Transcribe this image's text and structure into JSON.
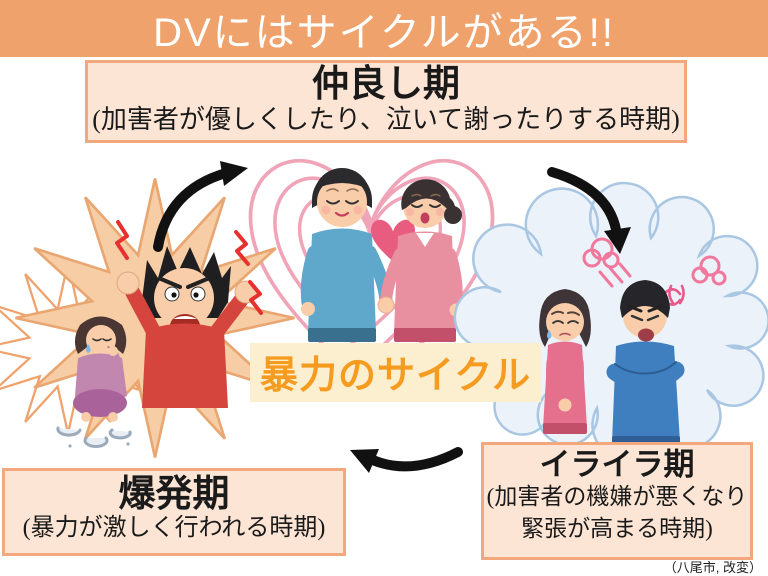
{
  "header": {
    "title": "DVにはサイクルがある!!"
  },
  "stages": {
    "honeymoon": {
      "title": "仲良し期",
      "desc": "(加害者が優しくしたり、泣いて謝ったりする時期)"
    },
    "tension": {
      "title": "イライラ期",
      "desc_line1": "(加害者の機嫌が悪くなり",
      "desc_line2": "緊張が高まる時期)"
    },
    "explosion": {
      "title": "爆発期",
      "desc": "(暴力が激しく行われる時期)"
    }
  },
  "center": {
    "label": "暴力のサイクル"
  },
  "attribution": "（八尾市, 改変）",
  "colors": {
    "title_bar_bg": "#EFA26B",
    "title_text": "#FFFFFF",
    "stage_box_bg": "#FCE5D4",
    "stage_box_border": "#F2A87C",
    "stage_text": "#1A1A1A",
    "center_label_text": "#F59B20",
    "center_label_bg": "#FCEFD0",
    "arrow": "#111111",
    "heart_outline": "#F0A4B8",
    "heart_solid": "#E85C7F",
    "cloud_fill": "#EBF2FA",
    "cloud_stroke": "#A9C6E2",
    "explosion_fill": "#F6CDA4",
    "explosion_stroke": "#E9A671"
  },
  "icons": {
    "arrow_explosion_to_honeymoon": "curved-arrow-up-right",
    "arrow_honeymoon_to_tension": "curved-arrow-down",
    "arrow_tension_to_explosion": "curved-arrow-up-left"
  },
  "illustrations": {
    "center": "happy-couple-holding-hands-with-hearts",
    "right": "annoyed-man-and-worried-woman-in-cloud",
    "left": "angry-man-shouting-and-crouched-crying-woman-in-explosion"
  }
}
